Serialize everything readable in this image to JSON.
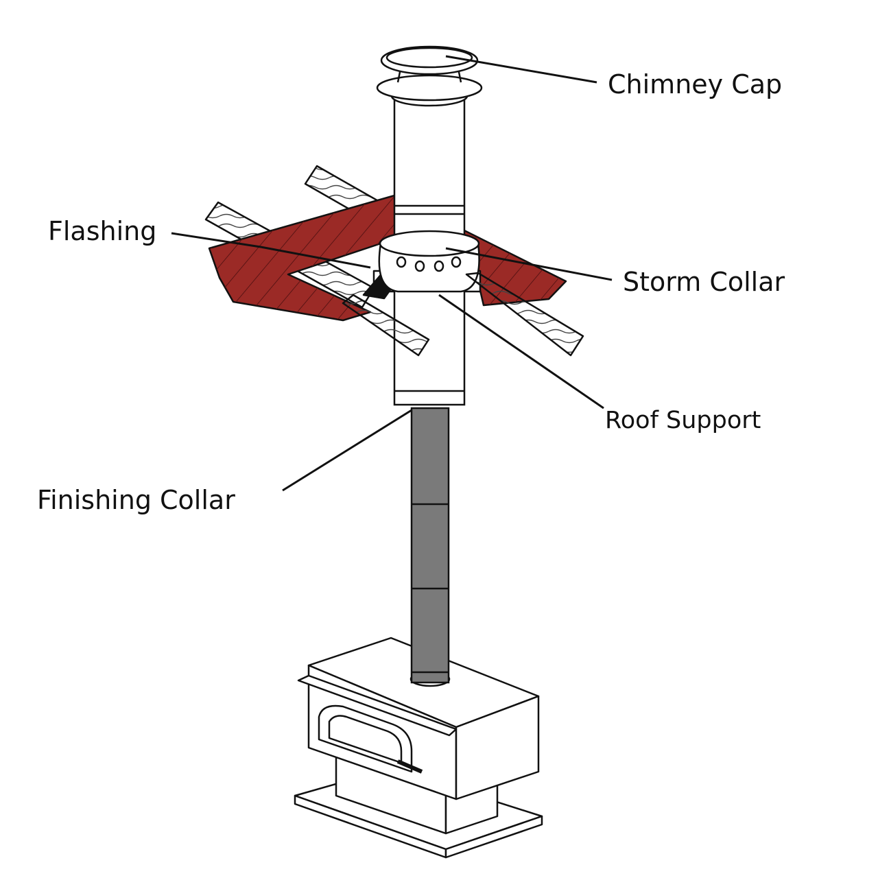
{
  "labels": {
    "chimney_cap": "Chimney Cap",
    "flashing": "Flashing",
    "storm_collar": "Storm Collar",
    "roof_support": "Roof Support",
    "finishing_collar": "Finishing Collar"
  },
  "colors": {
    "flashing": "#9b2a26",
    "outline": "#111111",
    "stovepipe": "#7a7a7a",
    "metal": "#ffffff",
    "wood": "#ffffff"
  }
}
